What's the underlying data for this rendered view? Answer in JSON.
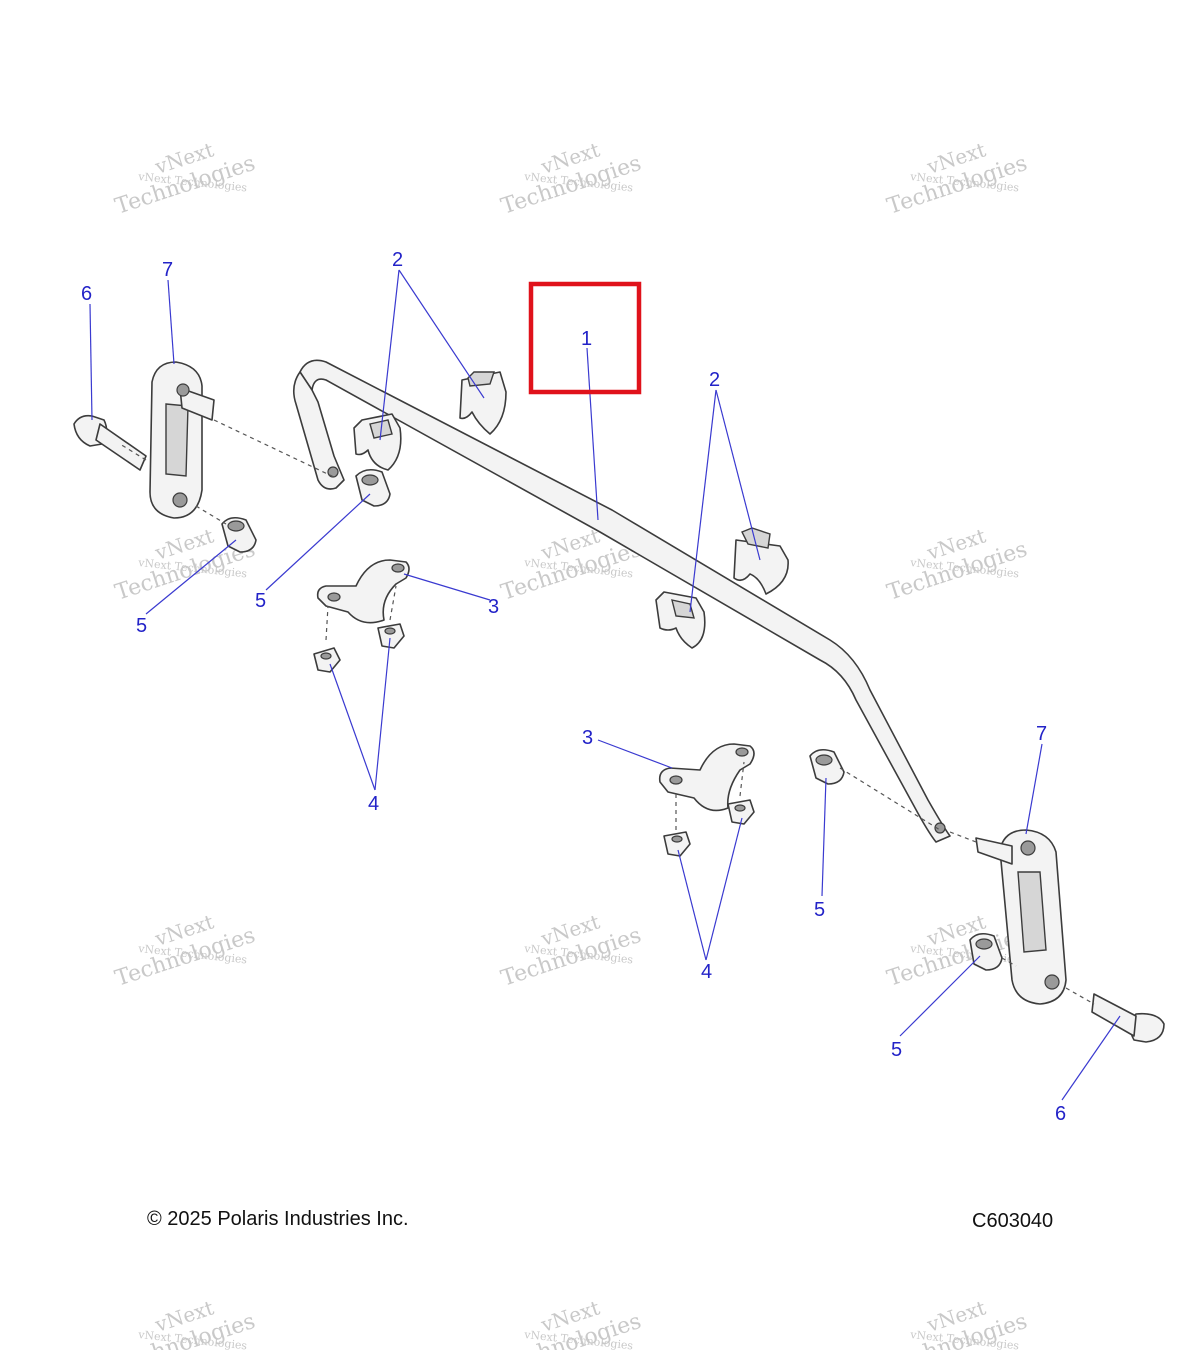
{
  "watermark": {
    "line1": "vNext Technologies",
    "line2": "vNext",
    "line3": "Technologies"
  },
  "callouts": {
    "c1": "1",
    "c2": "2",
    "c3": "3",
    "c4": "4",
    "c5": "5",
    "c6": "6",
    "c7": "7"
  },
  "highlight_color": "#e0121b",
  "callout_color": "#2323c8",
  "footer": {
    "copyright": "© 2025 Polaris Industries Inc.",
    "diagram_code": "C603040"
  }
}
